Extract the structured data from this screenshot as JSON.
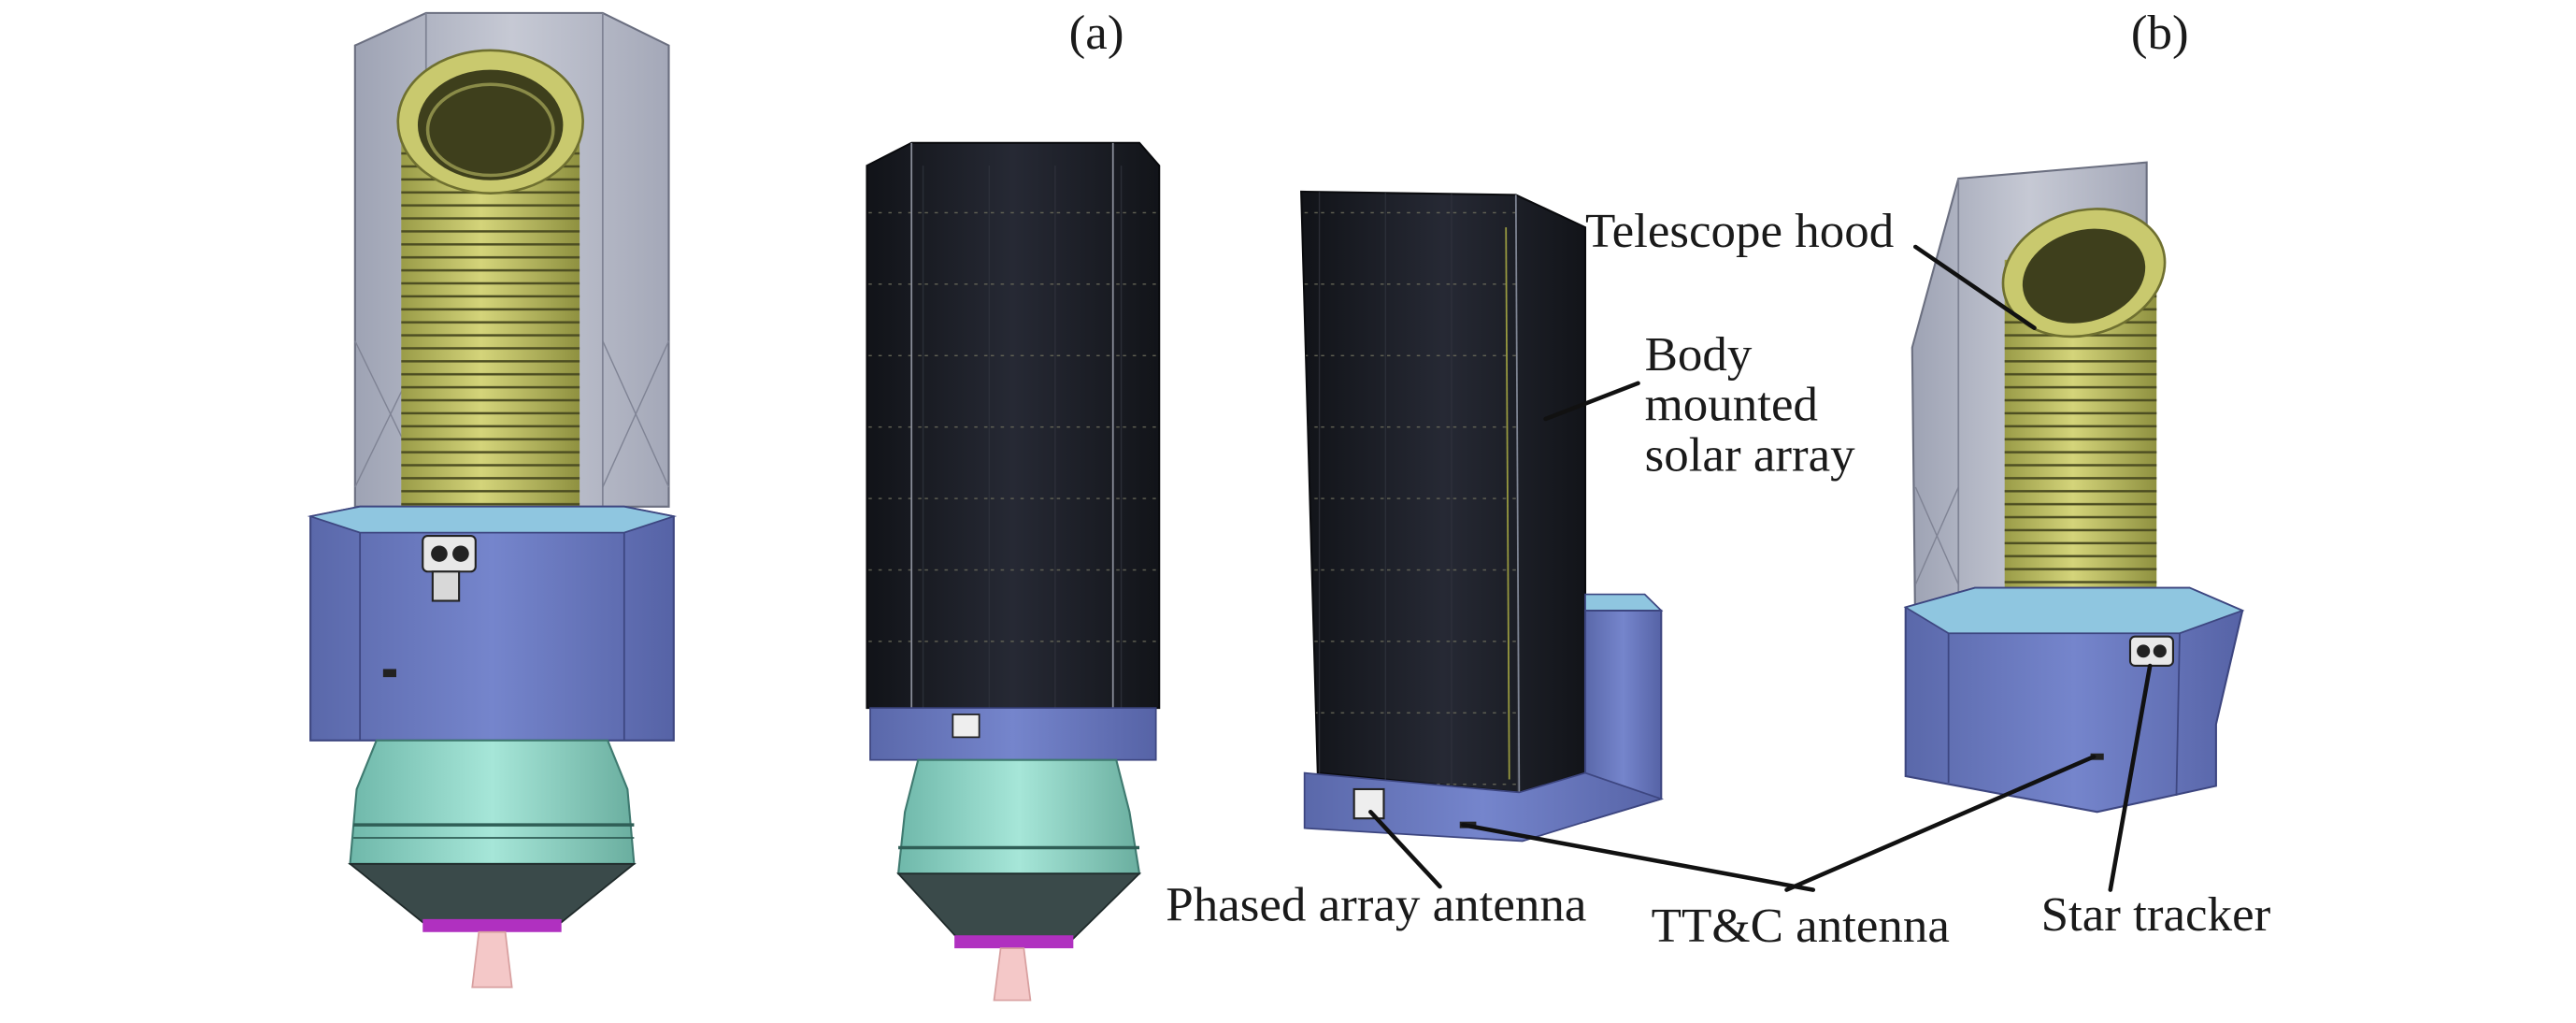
{
  "panels": [
    {
      "id": "a",
      "label": "(a)"
    },
    {
      "id": "b",
      "label": "(b)"
    }
  ],
  "callouts": {
    "telescope_hood": "Telescope hood",
    "solar_array": [
      "Body",
      "mounted",
      "solar array"
    ],
    "phased_array": "Phased array antenna",
    "ttc": "TT&C antenna",
    "star_tracker": "Star tracker"
  },
  "colors": {
    "hood_grey": "#b8bcc8",
    "tube_yellow": "#c8c86a",
    "bus_blue": "#6e7fc4",
    "nozzle_teal": "#8fd6c8",
    "solar_black": "#1b1d24",
    "engine_magenta": "#b030c0",
    "plume_pink": "#f4c8c8"
  }
}
